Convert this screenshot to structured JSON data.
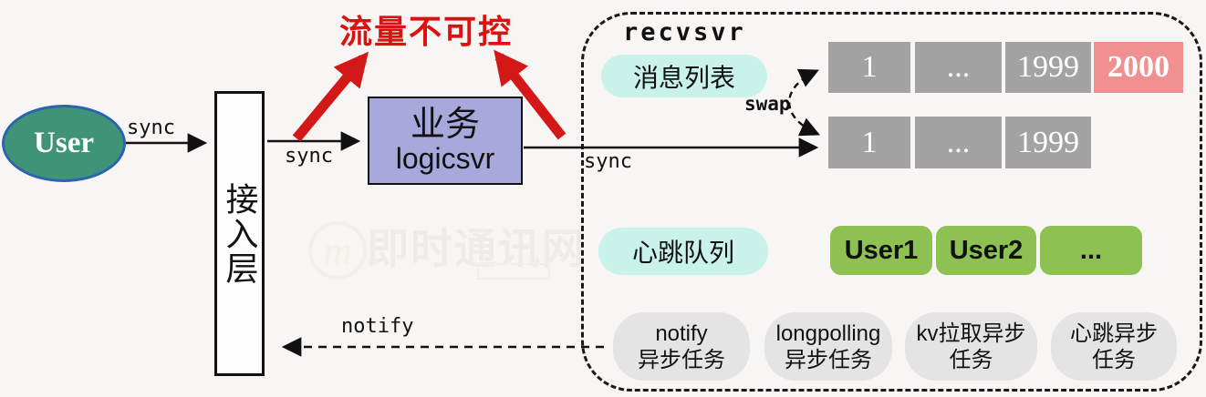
{
  "diagram": {
    "user": "User",
    "access_layer": "接入层",
    "logicsvr_line1": "业务",
    "logicsvr_line2": "logicsvr",
    "warning": "流量不可控",
    "recvsvr": "recvsvr"
  },
  "labels": {
    "sync_user_access": "sync",
    "sync_access_logic": "sync",
    "sync_logic_queue": "sync",
    "notify": "notify",
    "swap": "swap"
  },
  "message_list": {
    "label": "消息列表",
    "row1": [
      "1",
      "...",
      "1999",
      "2000"
    ],
    "row2": [
      "1",
      "...",
      "1999"
    ]
  },
  "heartbeat_queue": {
    "label": "心跳队列",
    "cells": [
      "User1",
      "User2",
      "..."
    ]
  },
  "async_tasks": [
    {
      "line1": "notify",
      "line2": "异步任务"
    },
    {
      "line1": "longpolling",
      "line2": "异步任务"
    },
    {
      "line1": "kv拉取异步",
      "line2": "任务"
    },
    {
      "line1": "心跳异步",
      "line2": "任务"
    }
  ],
  "watermark": {
    "logo_letter": "m",
    "text": "即时通讯网"
  },
  "colors": {
    "background": "#f7f6f4",
    "user_fill": "#3f9478",
    "user_border": "#2e62b0",
    "logicsvr_fill": "#a8a8dc",
    "warning_red": "#dd1111",
    "arrow_red": "#d41818",
    "cell_gray": "#a3a3a3",
    "cell_highlight_pink": "#f19090",
    "pill_mint": "#c9f3ea",
    "heartbeat_green": "#8dc152",
    "task_gray": "#e4e4e4"
  }
}
